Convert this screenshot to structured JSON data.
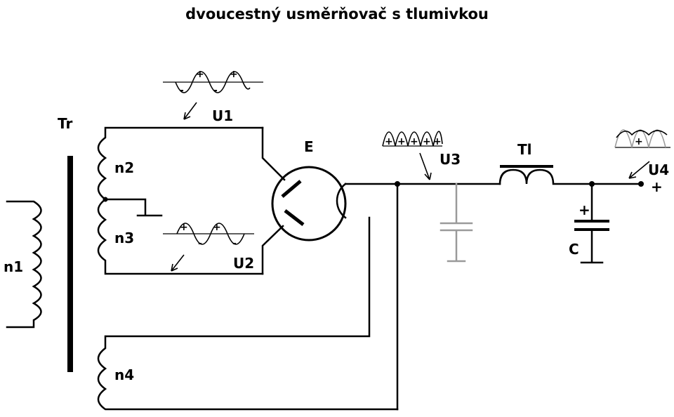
{
  "title": "dvoucestný usměrňovač s tlumivkou",
  "labels": {
    "tr": "Tr",
    "n1": "n1",
    "n2": "n2",
    "n3": "n3",
    "n4": "n4",
    "e": "E",
    "u1": "U1",
    "u2": "U2",
    "u3": "U3",
    "tl": "Tl",
    "u4": "U4",
    "c": "C",
    "plus": "+",
    "minus": "-"
  },
  "colors": {
    "wire": "#000000",
    "inactive_component": "#9a9a9a"
  }
}
